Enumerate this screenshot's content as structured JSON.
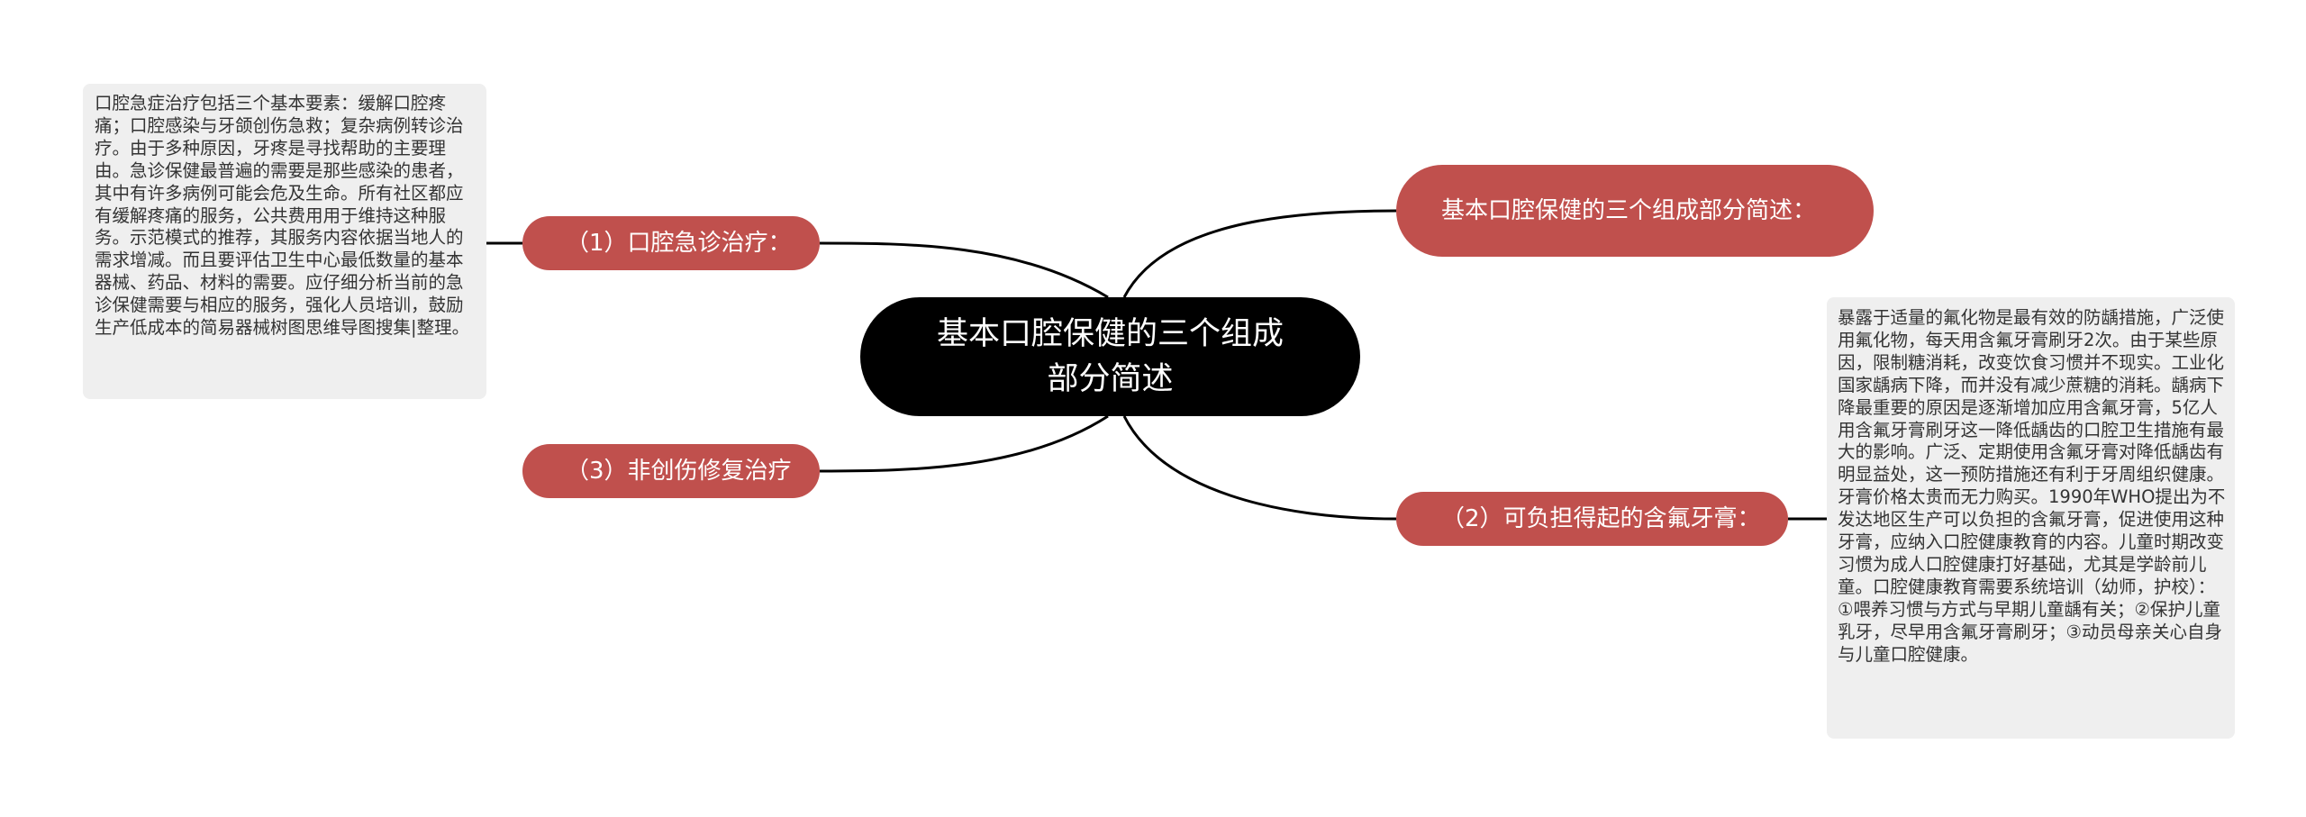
{
  "colors": {
    "root_bg": "#000000",
    "branch_bg": "#c0504d",
    "note_bg": "#efefef",
    "line": "#000000"
  },
  "root": {
    "label": "基本口腔保健的三个组成部分简述"
  },
  "branches": {
    "b1": {
      "label": "（1）口腔急诊治疗："
    },
    "b3": {
      "label": "（3）非创伤修复治疗"
    },
    "title": {
      "label": "基本口腔保健的三个组成部分简述："
    },
    "b2": {
      "label": "（2）可负担得起的含氟牙膏："
    }
  },
  "notes": {
    "n1": "口腔急症治疗包括三个基本要素：缓解口腔疼痛；口腔感染与牙颌创伤急救；复杂病例转诊治疗。由于多种原因，牙疼是寻找帮助的主要理由。急诊保健最普遍的需要是那些感染的患者，其中有许多病例可能会危及生命。所有社区都应有缓解疼痛的服务，公共费用用于维持这种服务。示范模式的推荐，其服务内容依据当地人的需求增减。而且要评估卫生中心最低数量的基本器械、药品、材料的需要。应仔细分析当前的急诊保健需要与相应的服务，强化人员培训，鼓励生产低成本的简易器械树图思维导图搜集|整理。",
    "n2": "暴露于适量的氟化物是最有效的防龋措施，广泛使用氟化物，每天用含氟牙膏刷牙2次。由于某些原因，限制糖消耗，改变饮食习惯并不现实。工业化国家龋病下降，而并没有减少蔗糖的消耗。龋病下降最重要的原因是逐渐增加应用含氟牙膏，5亿人用含氟牙膏刷牙这一降低龋齿的口腔卫生措施有最大的影响。广泛、定期使用含氟牙膏对降低龋齿有明显益处，这一预防措施还有利于牙周组织健康。牙膏价格太贵而无力购买。1990年WHO提出为不发达地区生产可以负担的含氟牙膏，促进使用这种牙膏，应纳入口腔健康教育的内容。儿童时期改变习惯为成人口腔健康打好基础，尤其是学龄前儿童。口腔健康教育需要系统培训（幼师，护校）：①喂养习惯与方式与早期儿童龋有关；②保护儿童乳牙，尽早用含氟牙膏刷牙；③动员母亲关心自身与儿童口腔健康。"
  }
}
